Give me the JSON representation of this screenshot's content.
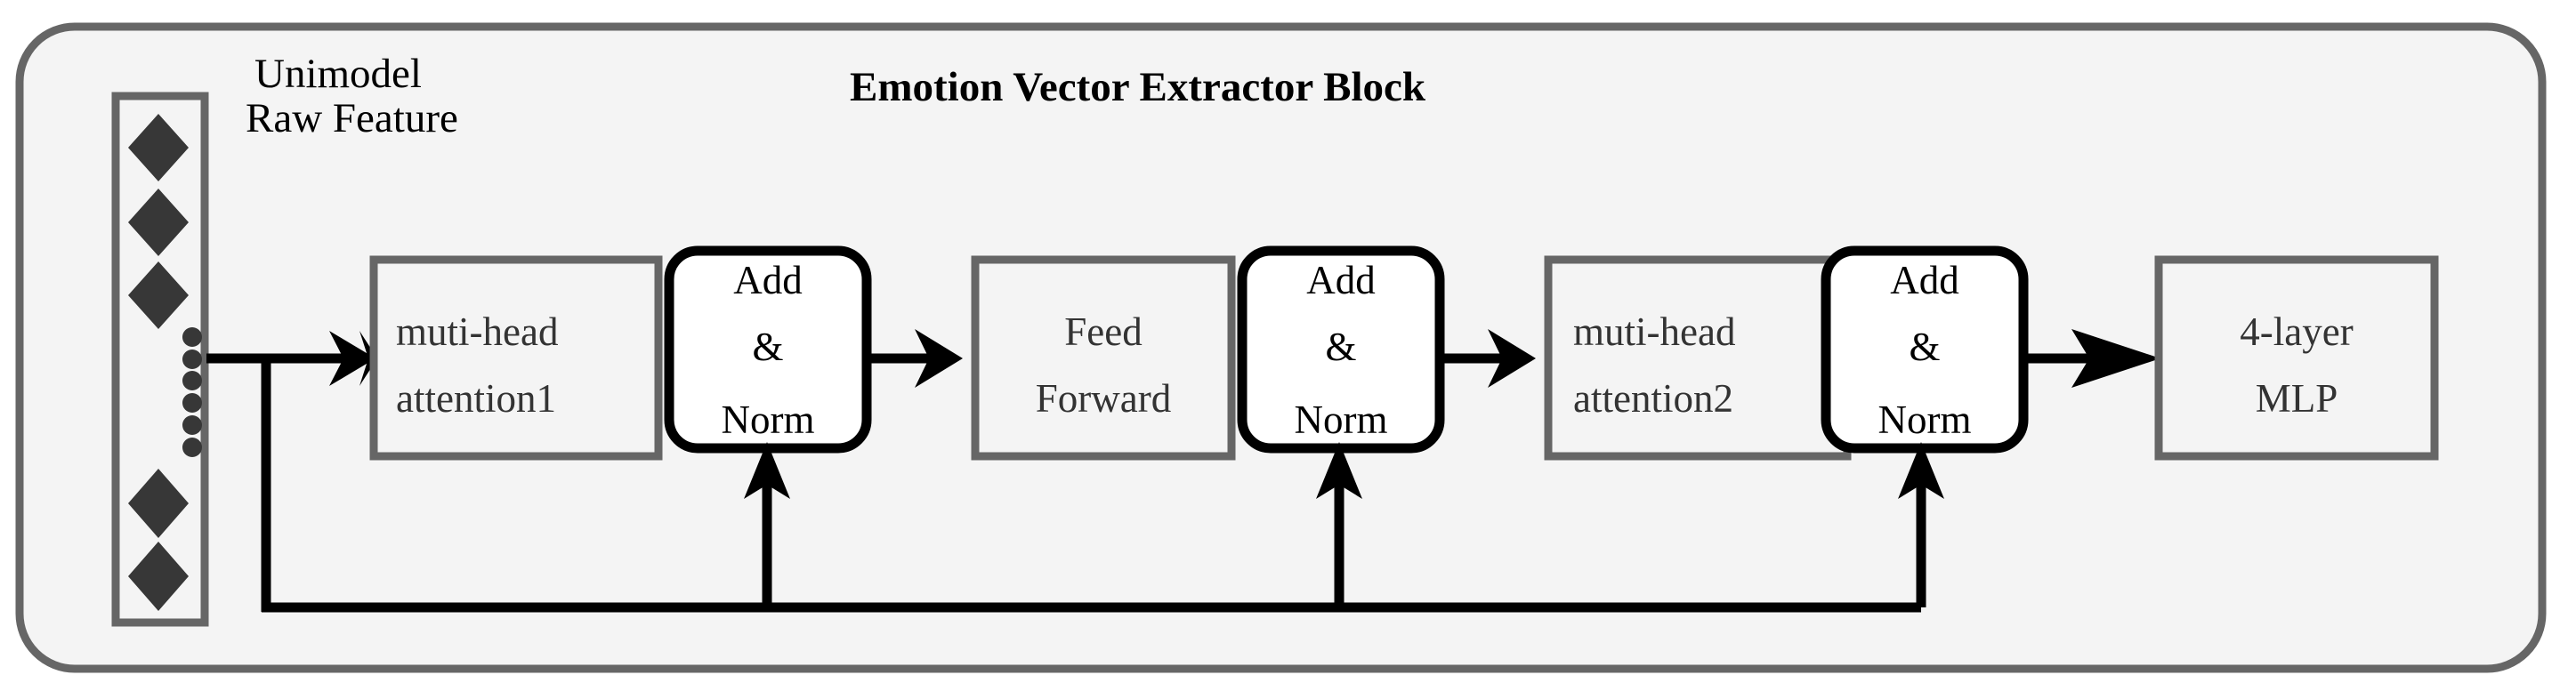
{
  "panel": {
    "title": "Emotion Vector Extractor Block",
    "background_color": "#f4f4f4",
    "border_color": "#666666"
  },
  "input": {
    "label_line1": "Unimodel",
    "label_line2": "Raw Feature",
    "vector_glyph": "diamond",
    "top_diamond_count": 3,
    "ellipsis_dot_count": 6,
    "bottom_diamond_count": 2
  },
  "blocks": [
    {
      "id": "mha1",
      "line1": "muti-head",
      "line2": "attention1",
      "style": "gray-box"
    },
    {
      "id": "addnorm1",
      "line1": "Add",
      "line2": "&",
      "line3": "Norm",
      "style": "black-rounded"
    },
    {
      "id": "ffn",
      "line1": "Feed",
      "line2": "Forward",
      "style": "gray-box"
    },
    {
      "id": "addnorm2",
      "line1": "Add",
      "line2": "&",
      "line3": "Norm",
      "style": "black-rounded"
    },
    {
      "id": "mha2",
      "line1": "muti-head",
      "line2": "attention2",
      "style": "gray-box"
    },
    {
      "id": "addnorm3",
      "line1": "Add",
      "line2": "&",
      "line3": "Norm",
      "style": "black-rounded"
    },
    {
      "id": "mlp",
      "line1": "4-layer",
      "line2": "MLP",
      "style": "gray-box"
    }
  ],
  "connections": {
    "input_to_mha1": "arrow",
    "addnorm1_to_ffn": "arrow",
    "addnorm2_to_mha2": "arrow",
    "addnorm3_to_mlp": "arrow",
    "residual_to_addnorm1": "arrow-up",
    "residual_to_addnorm2": "arrow-up",
    "residual_to_addnorm3": "arrow-up"
  },
  "colors": {
    "panel_fill": "#f4f4f4",
    "panel_stroke": "#666666",
    "box_stroke": "#666666",
    "norm_stroke": "#000000",
    "norm_fill": "#ffffff",
    "glyph_fill": "#373737",
    "line": "#000000"
  }
}
